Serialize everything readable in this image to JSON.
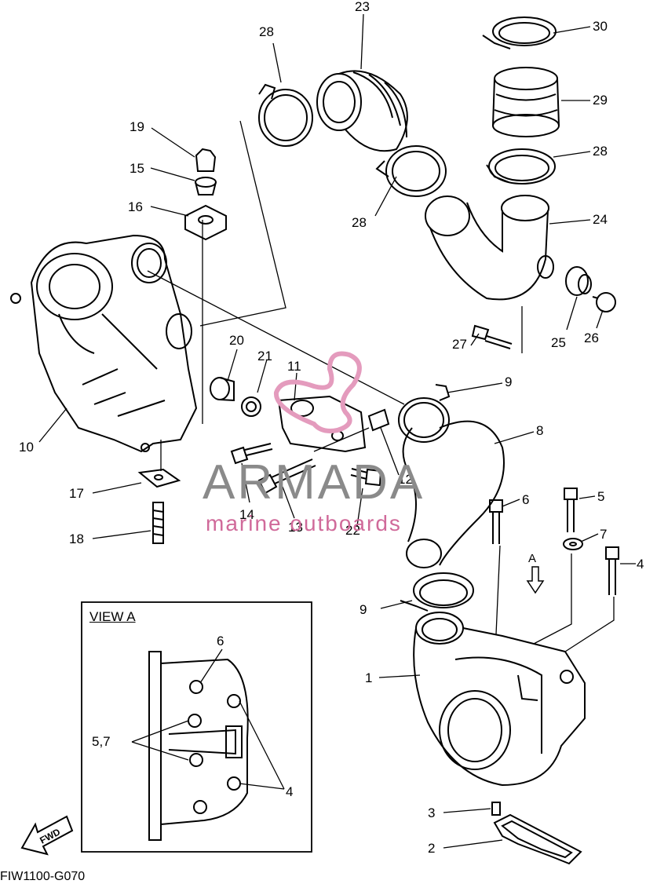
{
  "diagram": {
    "code": "FIW1100-G070",
    "view_title": "VIEW A",
    "fwd_label": "FWD",
    "arrow_label": "A",
    "watermark": {
      "brand": "ARMADA",
      "tagline": "marine outboards"
    },
    "callouts": [
      {
        "id": "c28a",
        "text": "28"
      },
      {
        "id": "c23",
        "text": "23"
      },
      {
        "id": "c30",
        "text": "30"
      },
      {
        "id": "c19",
        "text": "19"
      },
      {
        "id": "c29",
        "text": "29"
      },
      {
        "id": "c15",
        "text": "15"
      },
      {
        "id": "c28b",
        "text": "28"
      },
      {
        "id": "c16",
        "text": "16"
      },
      {
        "id": "c28c",
        "text": "28"
      },
      {
        "id": "c24",
        "text": "24"
      },
      {
        "id": "c25",
        "text": "25"
      },
      {
        "id": "c26",
        "text": "26"
      },
      {
        "id": "c27",
        "text": "27"
      },
      {
        "id": "c20",
        "text": "20"
      },
      {
        "id": "c21",
        "text": "21"
      },
      {
        "id": "c11",
        "text": "11"
      },
      {
        "id": "c9a",
        "text": "9"
      },
      {
        "id": "c8",
        "text": "8"
      },
      {
        "id": "c10",
        "text": "10"
      },
      {
        "id": "c12",
        "text": "12"
      },
      {
        "id": "c17",
        "text": "17"
      },
      {
        "id": "c6",
        "text": "6"
      },
      {
        "id": "c5",
        "text": "5"
      },
      {
        "id": "c14",
        "text": "14"
      },
      {
        "id": "c13",
        "text": "13"
      },
      {
        "id": "c22",
        "text": "22"
      },
      {
        "id": "c18",
        "text": "18"
      },
      {
        "id": "c7",
        "text": "7"
      },
      {
        "id": "c4",
        "text": "4"
      },
      {
        "id": "c9b",
        "text": "9"
      },
      {
        "id": "c1",
        "text": "1"
      },
      {
        "id": "cv6",
        "text": "6"
      },
      {
        "id": "cv57",
        "text": "5,7"
      },
      {
        "id": "cv4",
        "text": "4"
      },
      {
        "id": "c3",
        "text": "3"
      },
      {
        "id": "c2",
        "text": "2"
      }
    ]
  }
}
